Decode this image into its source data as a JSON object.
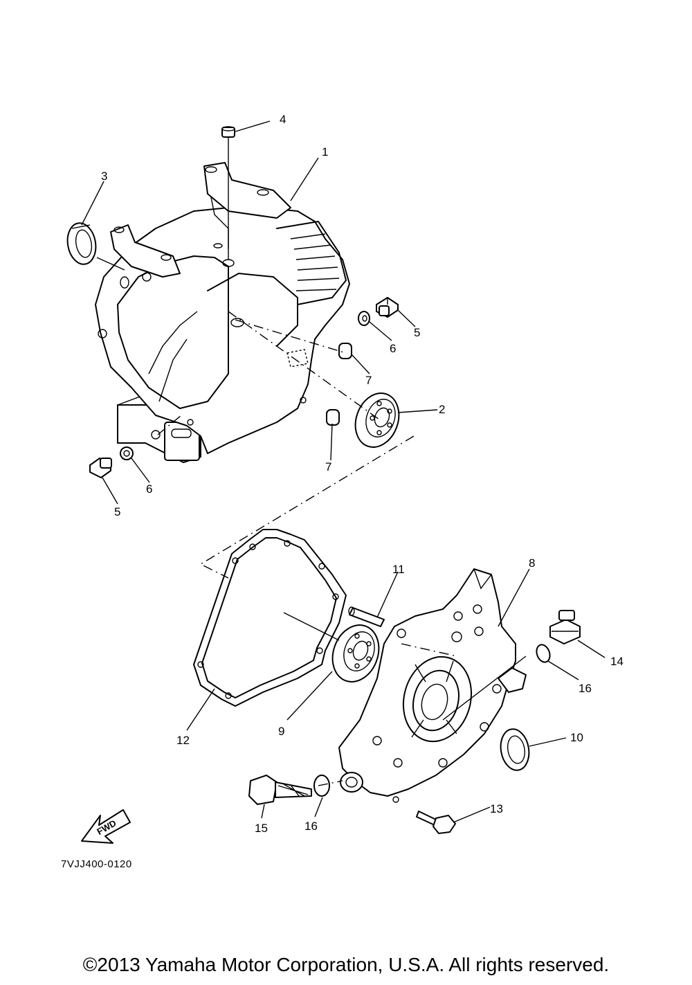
{
  "callouts": [
    {
      "id": "c1",
      "label": "1"
    },
    {
      "id": "c2",
      "label": "2"
    },
    {
      "id": "c3",
      "label": "3"
    },
    {
      "id": "c4",
      "label": "4"
    },
    {
      "id": "c5a",
      "label": "5"
    },
    {
      "id": "c5b",
      "label": "5"
    },
    {
      "id": "c6a",
      "label": "6"
    },
    {
      "id": "c6b",
      "label": "6"
    },
    {
      "id": "c7a",
      "label": "7"
    },
    {
      "id": "c7b",
      "label": "7"
    },
    {
      "id": "c8",
      "label": "8"
    },
    {
      "id": "c9",
      "label": "9"
    },
    {
      "id": "c10",
      "label": "10"
    },
    {
      "id": "c11",
      "label": "11"
    },
    {
      "id": "c12",
      "label": "12"
    },
    {
      "id": "c13",
      "label": "13"
    },
    {
      "id": "c14",
      "label": "14"
    },
    {
      "id": "c15",
      "label": "15"
    },
    {
      "id": "c16a",
      "label": "16"
    },
    {
      "id": "c16b",
      "label": "16"
    }
  ],
  "fwd_label": "FWD",
  "diagram_code": "7VJJ400-0120",
  "copyright": "©2013 Yamaha Motor Corporation, U.S.A. All rights reserved."
}
